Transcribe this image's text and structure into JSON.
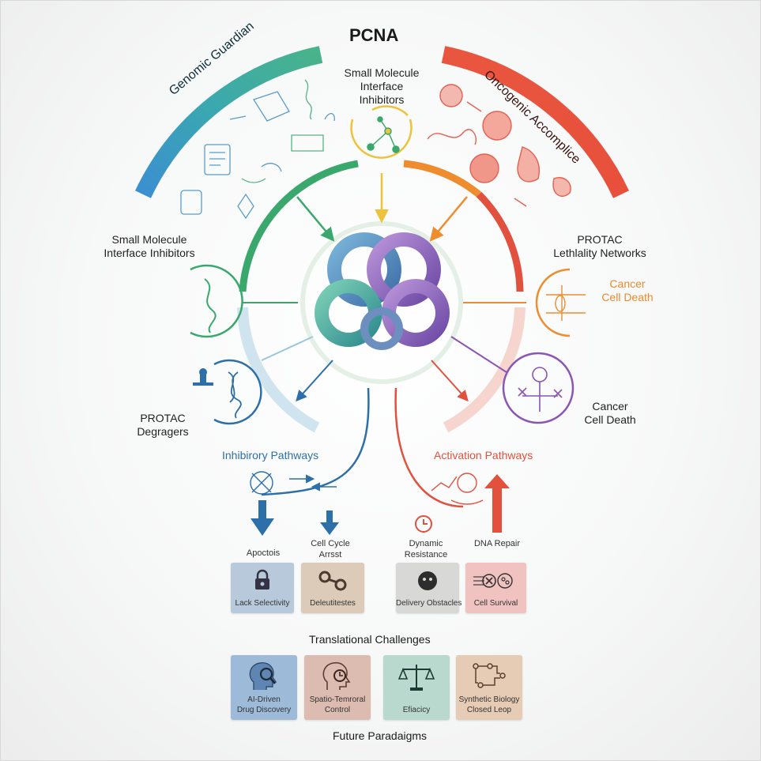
{
  "title": "PCNA",
  "arc_left_label": "Genomic Guardian",
  "arc_right_label": "Oncogenic Accomplice",
  "top_label": "Small Molecule\nInterface\nInhibitors",
  "left_upper_label": "Small Molecule\nInterface Inhibitors",
  "left_lower_label": "PROTAC\nDegragers",
  "right_upper_label": "PROTAC\nLethlality Networks",
  "right_mid_label": "Cancer\nCell Death",
  "right_lower_label": "Cancer\nCell Death",
  "inhibitory_label": "Inhibirory Pathways",
  "activation_label": "Activation Pathways",
  "apoptosis_label": "Apoctois",
  "cell_cycle_label": "Cell Cycle\nArrsst",
  "dynamic_label": "Dynamic\nResistance",
  "dna_repair_label": "DNA Repair",
  "challenge_cards": [
    {
      "label": "Lack Selectivity",
      "color": "#b8c9dc"
    },
    {
      "label": "Deleutitestes",
      "color": "#dccbb9"
    },
    {
      "label": "Delivery Obstacles",
      "color": "#d8d8d6"
    },
    {
      "label": "Cell Survival",
      "color": "#f0c2c0"
    }
  ],
  "translational_label": "Translational Challenges",
  "future_cards": [
    {
      "label": "AI-Driven\nDrug Discovery",
      "color": "#9dbbd8"
    },
    {
      "label": "Spatio-Temroral\nControl",
      "color": "#dcbcb0"
    },
    {
      "label": "Efiacicy",
      "color": "#b9d9cf"
    },
    {
      "label": "Synthetic Biology\nClosed Leop",
      "color": "#e6ccb4"
    }
  ],
  "future_label": "Future Paradaigms",
  "colors": {
    "green": "#3faa6e",
    "blue": "#2d6fa8",
    "red": "#e25a44",
    "orange": "#eb8a2e",
    "yellow": "#eec23a",
    "purple": "#8a55b5",
    "teal": "#2f9a9a"
  }
}
